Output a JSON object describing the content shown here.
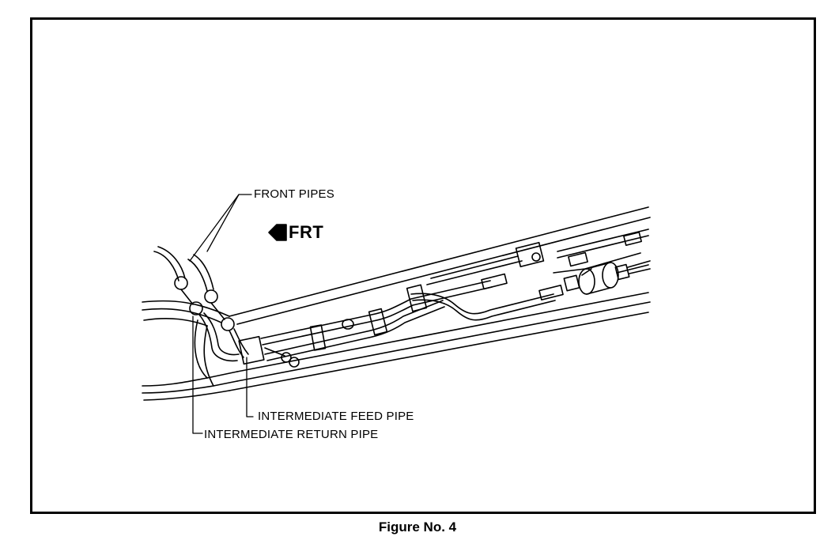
{
  "labels": {
    "front_pipes": "FRONT PIPES",
    "frt": "FRT",
    "intermediate_feed_pipe": "INTERMEDIATE FEED PIPE",
    "intermediate_return_pipe": "INTERMEDIATE RETURN PIPE"
  },
  "caption": "Figure No. 4",
  "colors": {
    "ink": "#000000",
    "paper": "#ffffff"
  },
  "icons": {
    "direction_arrow": "left-arrow-icon"
  }
}
